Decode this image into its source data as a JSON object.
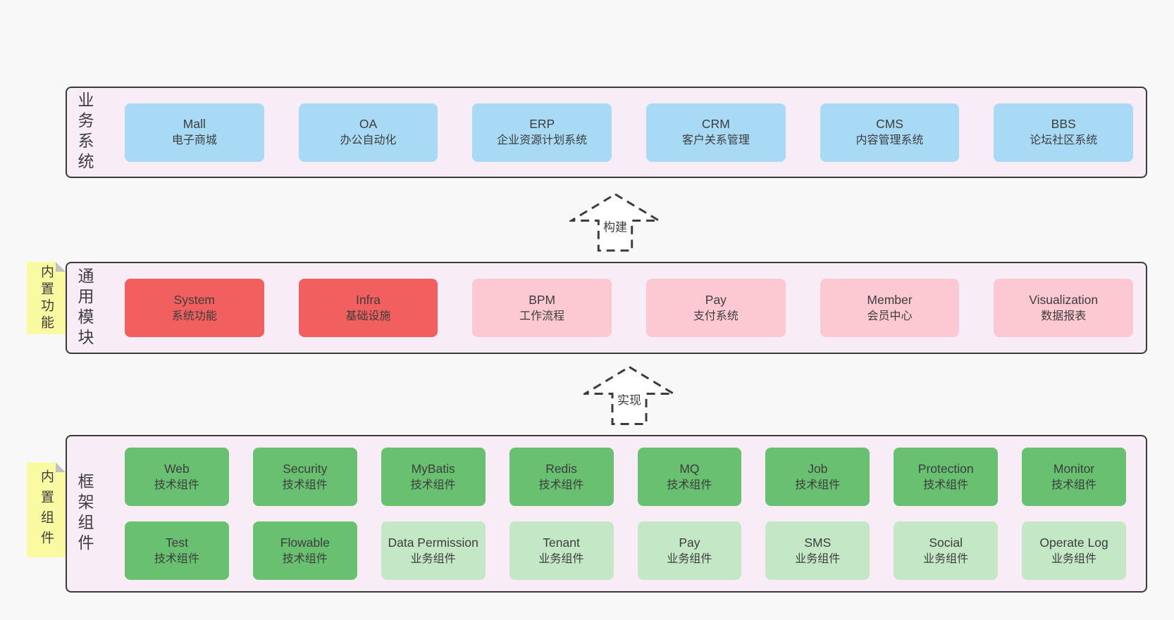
{
  "colors": {
    "page_background": "#f8f8f8",
    "band_fill": "#f8edf6",
    "band_border": "#3a3a3a",
    "box_blue": "#a8daf5",
    "box_red": "#f15f5f",
    "box_pink": "#fcc9d3",
    "box_green": "#68c070",
    "box_light_green": "#c4e7c5",
    "note_yellow": "#fafaa2",
    "note_fold_gray": "#c2c2c2",
    "text": "#3d3d3d"
  },
  "bands": [
    {
      "label": "业务系统",
      "boxes": [
        {
          "name": "Mall",
          "desc": "电子商城"
        },
        {
          "name": "OA",
          "desc": "办公自动化"
        },
        {
          "name": "ERP",
          "desc": "企业资源计划系统"
        },
        {
          "name": "CRM",
          "desc": "客户关系管理"
        },
        {
          "name": "CMS",
          "desc": "内容管理系统"
        },
        {
          "name": "BBS",
          "desc": "论坛社区系统"
        }
      ]
    },
    {
      "label": "通用模块",
      "note": "内置功能",
      "boxes": [
        {
          "name": "System",
          "desc": "系统功能"
        },
        {
          "name": "Infra",
          "desc": "基础设施"
        },
        {
          "name": "BPM",
          "desc": "工作流程"
        },
        {
          "name": "Pay",
          "desc": "支付系统"
        },
        {
          "name": "Member",
          "desc": "会员中心"
        },
        {
          "name": "Visualization",
          "desc": "数据报表"
        }
      ]
    },
    {
      "label": "框架组件",
      "note": "内置组件",
      "rows": [
        [
          {
            "name": "Web",
            "desc": "技术组件"
          },
          {
            "name": "Security",
            "desc": "技术组件"
          },
          {
            "name": "MyBatis",
            "desc": "技术组件"
          },
          {
            "name": "Redis",
            "desc": "技术组件"
          },
          {
            "name": "MQ",
            "desc": "技术组件"
          },
          {
            "name": "Job",
            "desc": "技术组件"
          },
          {
            "name": "Protection",
            "desc": "技术组件"
          },
          {
            "name": "Monitor",
            "desc": "技术组件"
          }
        ],
        [
          {
            "name": "Test",
            "desc": "技术组件"
          },
          {
            "name": "Flowable",
            "desc": "技术组件"
          },
          {
            "name": "Data Permission",
            "desc": "业务组件"
          },
          {
            "name": "Tenant",
            "desc": "业务组件"
          },
          {
            "name": "Pay",
            "desc": "业务组件"
          },
          {
            "name": "SMS",
            "desc": "业务组件"
          },
          {
            "name": "Social",
            "desc": "业务组件"
          },
          {
            "name": "Operate Log",
            "desc": "业务组件"
          }
        ]
      ]
    }
  ],
  "arrows": [
    {
      "label": "构建"
    },
    {
      "label": "实现"
    }
  ]
}
